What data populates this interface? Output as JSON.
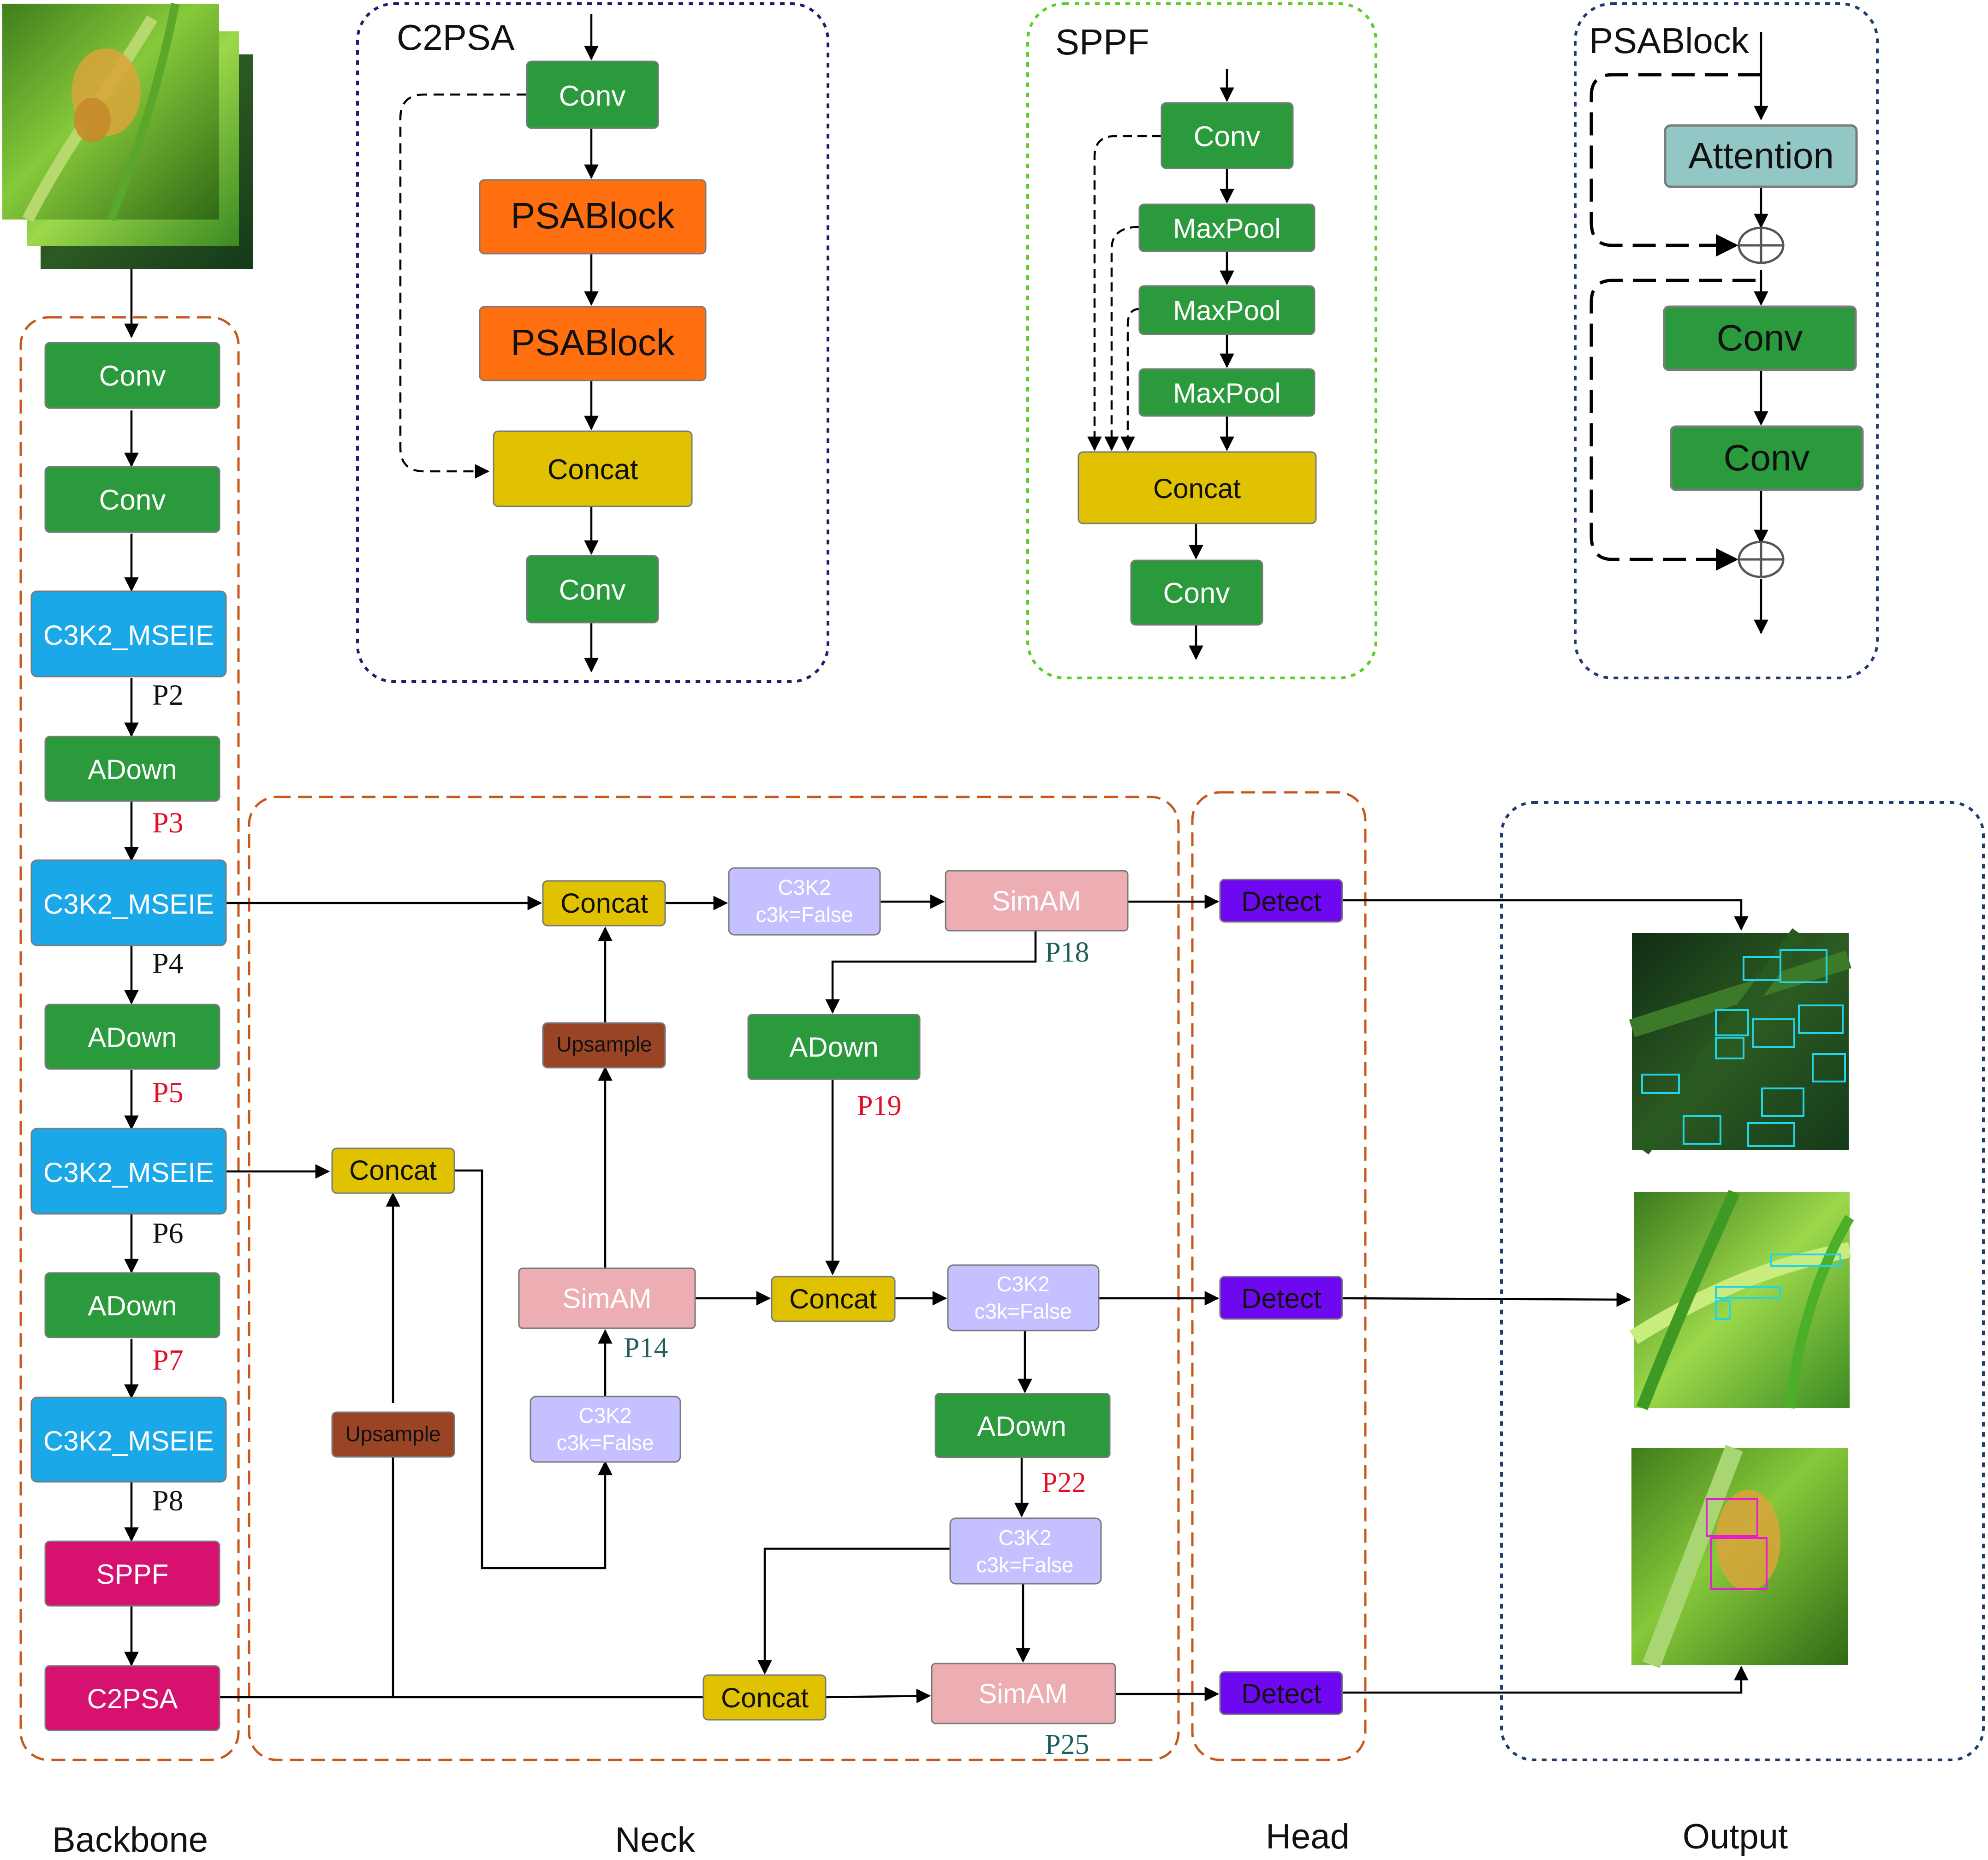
{
  "colors": {
    "conv": "#2a9a3c",
    "psablock_orange": "#ff6f0f",
    "concat": "#e0c200",
    "c3k2_mseie": "#1ba8e8",
    "magenta": "#d6116f",
    "c3k2": "#c5c0ff",
    "simam": "#ecaeb3",
    "upsample": "#9a4426",
    "detect": "#6e08f0",
    "attention": "#93c7c6",
    "backbone_border": "#c8571a",
    "c2psa_border": "#231a6b",
    "sppf_border": "#5bcc2a",
    "psablock_border": "#1e3d6e",
    "p_red": "#e0102a",
    "p_teal": "#20605c",
    "p_black": "#111111"
  },
  "icons": {
    "input_image": "rice-plant-photo",
    "outputs": [
      "detection-result-photo-1",
      "detection-result-photo-2",
      "detection-result-photo-3"
    ],
    "add_op": "circle-plus-icon"
  },
  "sections": {
    "backbone": "Backbone",
    "neck": "Neck",
    "head": "Head",
    "output": "Output"
  },
  "c2psa": {
    "title": "C2PSA",
    "conv_top": "Conv",
    "psablock1": "PSABlock",
    "psablock2": "PSABlock",
    "concat": "Concat",
    "conv_bottom": "Conv"
  },
  "sppf": {
    "title": "SPPF",
    "conv_top": "Conv",
    "maxpool1": "MaxPool",
    "maxpool2": "MaxPool",
    "maxpool3": "MaxPool",
    "concat": "Concat",
    "conv_bottom": "Conv"
  },
  "psablock": {
    "title": "PSABlock",
    "attention": "Attention",
    "conv1": "Conv",
    "conv2": "Conv"
  },
  "backbone": {
    "conv1": "Conv",
    "conv2": "Conv",
    "c3k2_1": "C3K2_MSEIE",
    "p2": "P2",
    "adown1": "ADown",
    "p3": "P3",
    "c3k2_2": "C3K2_MSEIE",
    "p4": "P4",
    "adown2": "ADown",
    "p5": "P5",
    "c3k2_3": "C3K2_MSEIE",
    "p6": "P6",
    "adown3": "ADown",
    "p7": "P7",
    "c3k2_4": "C3K2_MSEIE",
    "p8": "P8",
    "sppf": "SPPF",
    "c2psa": "C2PSA"
  },
  "neck": {
    "concat_top": "Concat",
    "c3k2_top_line1": "C3K2",
    "c3k2_top_line2": "c3k=False",
    "simam_top": "SimAM",
    "p18": "P18",
    "upsample_mid": "Upsample",
    "adown_p19": "ADown",
    "p19": "P19",
    "concat_left": "Concat",
    "simam_p14": "SimAM",
    "p14": "P14",
    "concat_center": "Concat",
    "c3k2_right_line1": "C3K2",
    "c3k2_right_line2": "c3k=False",
    "c3k2_low_line1": "C3K2",
    "c3k2_low_line2": "c3k=False",
    "upsample_left": "Upsample",
    "adown_p22": "ADown",
    "p22": "P22",
    "c3k2_bottom_line1": "C3K2",
    "c3k2_bottom_line2": "c3k=False",
    "concat_bottom": "Concat",
    "simam_bottom": "SimAM",
    "p25": "P25"
  },
  "head": {
    "detect1": "Detect",
    "detect2": "Detect",
    "detect3": "Detect"
  }
}
